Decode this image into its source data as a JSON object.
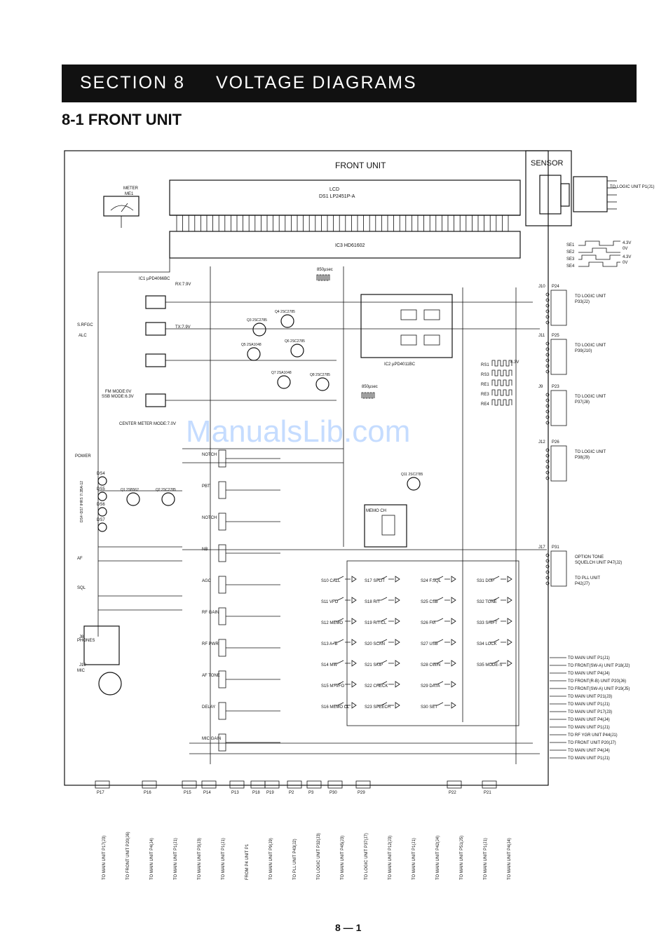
{
  "header": {
    "section": "SECTION 8",
    "title": "VOLTAGE DIAGRAMS",
    "subtitle": "8-1 FRONT UNIT"
  },
  "diagram": {
    "title": "FRONT UNIT",
    "sensor_box": "SENSOR",
    "lcd": "LCD",
    "lcd_part": "DS1 LP2451P-A",
    "ic3": "IC3 HD61602",
    "meter": "METER",
    "meter_ref": "ME1",
    "ic1_label": "IC1 µPD4066BC",
    "ic2_label": "IC2 µPD4011BC",
    "rf_voltage": "RX:7.9V",
    "tx_voltage": "TX:7.9V",
    "fm_mode": "FM MODE:0V",
    "ssb_mode": "SSB MODE:6.3V",
    "center_meter": "CENTER METER MODE:7.0V",
    "power": "POWER",
    "s_rfgc": "S.RFGC",
    "alc": "ALC",
    "memo_ch": "MEMO CH",
    "watermark": "ManualsLib.com",
    "connectors_right": [
      {
        "jack": "J10",
        "plug": "P24",
        "dest": "TO LOGIC UNIT P33(J2)"
      },
      {
        "jack": "J11",
        "plug": "P25",
        "dest": "TO LOGIC UNIT P39(J10)"
      },
      {
        "jack": "J9",
        "plug": "P23",
        "dest": "TO LOGIC UNIT P37(J8)"
      },
      {
        "jack": "J12",
        "plug": "P26",
        "dest": "TO LOGIC UNIT P38(J9)"
      },
      {
        "jack": "J17",
        "plug": "P31",
        "dest": "OPTION TONE SQUELCH UNIT P47(J2)"
      },
      {
        "jack": "",
        "plug": "",
        "dest": "TO PLL UNIT P42(J7)"
      }
    ],
    "main_dests": [
      "TO MAIN UNIT P1(J1)",
      "TO FRONT(SW-A) UNIT P18(J2)",
      "TO MAIN UNIT P4(J4)",
      "TO FRONT(R-B) UNIT P20(J6)",
      "TO FRONT(SW-A) UNIT P19(J5)",
      "TO MAIN UNIT P21(J3)",
      "TO MAIN UNIT P1(J1)",
      "TO MAIN UNIT P17(J3)",
      "TO MAIN UNIT P4(J4)",
      "TO MAIN UNIT P1(J1)",
      "TO RF YGR UNIT P44(J1)",
      "TO FRONT UNIT P20(J7)",
      "TO MAIN UNIT P4(J4)",
      "TO MAIN UNIT P1(J1)"
    ],
    "sensor_dest": "TO LOGIC UNIT P1(J1)",
    "switches": [
      "S10 CALL",
      "S11 VFO",
      "S12 MEMO",
      "S13 A=B",
      "S14 MW",
      "S15 M>VFO",
      "S16 MEMO CL",
      "S17 SPLIT",
      "S18 RIT",
      "S19 RIT-CL",
      "S20 SCAN",
      "S21 SKIP",
      "S22 CHECK",
      "S23 SPEECH",
      "S24 F.SQL",
      "S25 CSB",
      "S26 FM",
      "S27 USB",
      "S28 CW/N",
      "S29 DATA",
      "S30 SET",
      "S31 DUP",
      "S32 TONE",
      "S33 SHIFT",
      "S34 LOCK",
      "S35 MODE-S"
    ],
    "controls": [
      "NOTCH",
      "PBT",
      "NOTCH",
      "NB",
      "AGC",
      "RF GAIN",
      "RF PWR",
      "AF TONE",
      "DELAY",
      "MIC GAIN"
    ],
    "left_controls": [
      "AF",
      "SQL",
      "PHONES",
      "MIC"
    ],
    "left_jacks": [
      "J8",
      "J19"
    ],
    "bottom_plugs": [
      "P17",
      "P16",
      "P15",
      "P14",
      "P13",
      "P18",
      "P19",
      "P2",
      "P3",
      "P30",
      "P29",
      "P22",
      "P21"
    ],
    "bottom_dests": [
      "TO MAIN UNIT P17(J3)",
      "TO FRONT UNIT P20(J6)",
      "TO MAIN UNIT P4(J4)",
      "TO MAIN UNIT P1(J1)",
      "TO MAIN UNIT P3(J3)",
      "TO MAIN UNIT P1(J1)",
      "FROM P4 UNIT P1",
      "TO MAIN UNIT P9(J9)",
      "TO PLL UNIT P43(J2)",
      "TO LOGIC UNIT P32(J3)",
      "TO MAIN UNIT P45(J3)",
      "TO LOGIC UNIT P37(J7)",
      "TO MAIN UNIT P12(J3)",
      "TO MAIN UNIT P1(J1)",
      "TO MAIN UNIT P42(J4)",
      "TO MAIN UNIT P51(J5)",
      "TO MAIN UNIT P1(J1)",
      "TO MAIN UNIT P4(J4)"
    ],
    "sensor_signals": [
      "SE1",
      "SE2",
      "SE3",
      "SE4"
    ],
    "sensor_levels": [
      "4.3V",
      "0V",
      "4.3V",
      "0V"
    ],
    "encoder_signals": [
      "RS1",
      "RS3",
      "RE1",
      "RE3",
      "RE4"
    ],
    "encoder_level": "4.3V",
    "pulse_label": "850µsec",
    "led_labels": [
      "DS4",
      "DS5",
      "DS6",
      "DS7"
    ],
    "lamp_label": "DS4~DS7 IHRS 7l 2BA-12",
    "transistors": [
      "Q1 2SB562",
      "Q2 2SC2785",
      "Q3 2SC2785",
      "Q4 2SC2785",
      "Q5 2SA1048",
      "Q6 2SC2785",
      "Q7 2SA1048",
      "Q8 2SC2785",
      "Q11 2SC2785"
    ],
    "page_number": "8 — 1"
  }
}
